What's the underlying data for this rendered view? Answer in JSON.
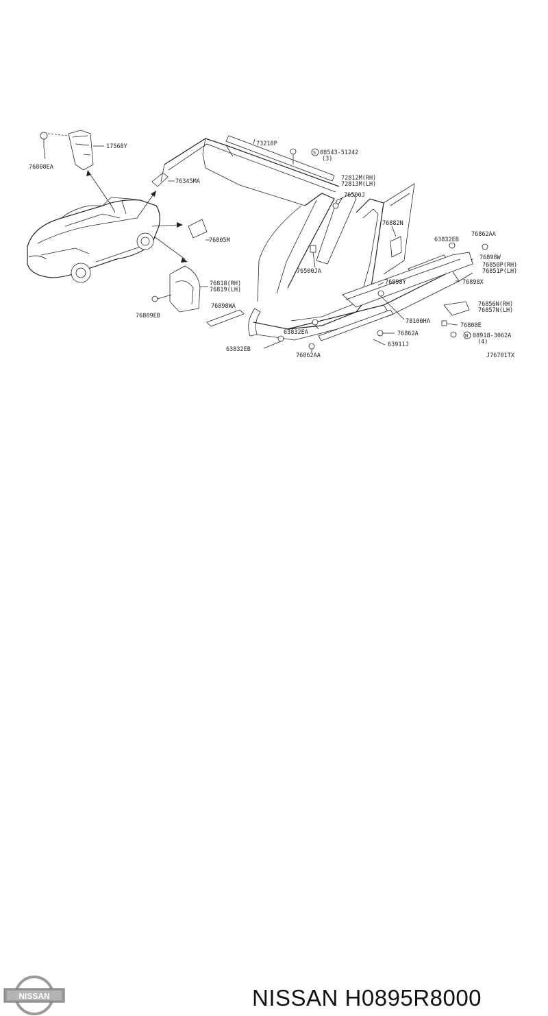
{
  "diagram": {
    "drawing_code": "J76701TX",
    "callouts": {
      "c17568Y": "17568Y",
      "c76808EA": "76808EA",
      "c76345MA": "76345MA",
      "c76805M": "76805M",
      "c76818": "76818(RH)",
      "c76819": "76819(LH)",
      "c76809EB": "76809EB",
      "c76898WA": "76898WA",
      "c73218P": "73218P",
      "c08543": "08543-51242",
      "c08543q": "(3)",
      "c72812M": "72812M(RH)",
      "c72813M": "72813M(LH)",
      "c76500J": "76500J",
      "c76500JA": "76500JA",
      "c76882N": "76882N",
      "c63832EB_r": "63832EB",
      "c76862AA_r": "76862AA",
      "c76898W": "76898W",
      "c76850P": "76850P(RH)",
      "c76851P": "76851P(LH)",
      "c76898Y": "76898Y",
      "c76898X": "76898X",
      "c76856N": "76856N(RH)",
      "c76857N": "76857N(LH)",
      "c78100HA": "78100HA",
      "c76808E": "76808E",
      "c63832EA": "63832EA",
      "c76862A": "76862A",
      "c08918": "08918-3062A",
      "c08918q": "(4)",
      "c63911J": "63911J",
      "c63832EB_l": "63832EB",
      "c76862AA_l": "76862AA"
    }
  },
  "footer": {
    "brand": "NISSAN",
    "part_number": "NISSAN H0895R8000"
  },
  "colors": {
    "ink": "#222222",
    "background": "#ffffff",
    "logo_silver": "#9a9a9a"
  }
}
